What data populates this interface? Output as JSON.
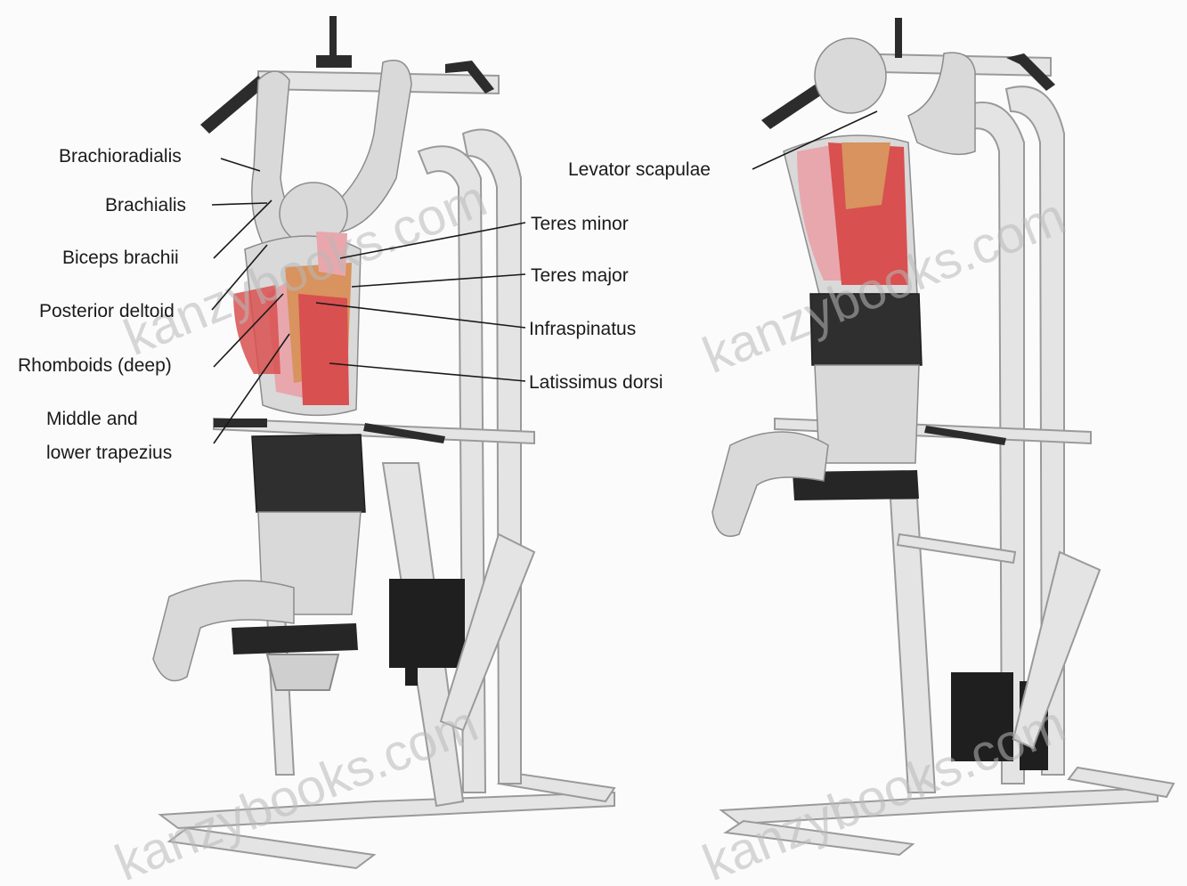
{
  "labels_left": [
    "Brachioradialis",
    "Brachialis",
    "Biceps brachii",
    "Posterior deltoid",
    "Rhomboids (deep)",
    "Middle and",
    "lower trapezius"
  ],
  "labels_right_of_left_figure": [
    "Teres minor",
    "Teres major",
    "Infraspinatus",
    "Latissimus dorsi"
  ],
  "label_right_figure": "Levator scapulae",
  "watermark": "kanzybooks.com",
  "colors": {
    "muscle_red": "#d8504f",
    "muscle_pink": "#e7a7ad",
    "muscle_orange": "#d8935e",
    "skin_gray": "#d9d9d9",
    "shorts": "#2f2f2f",
    "frame": "#e4e4e4"
  }
}
